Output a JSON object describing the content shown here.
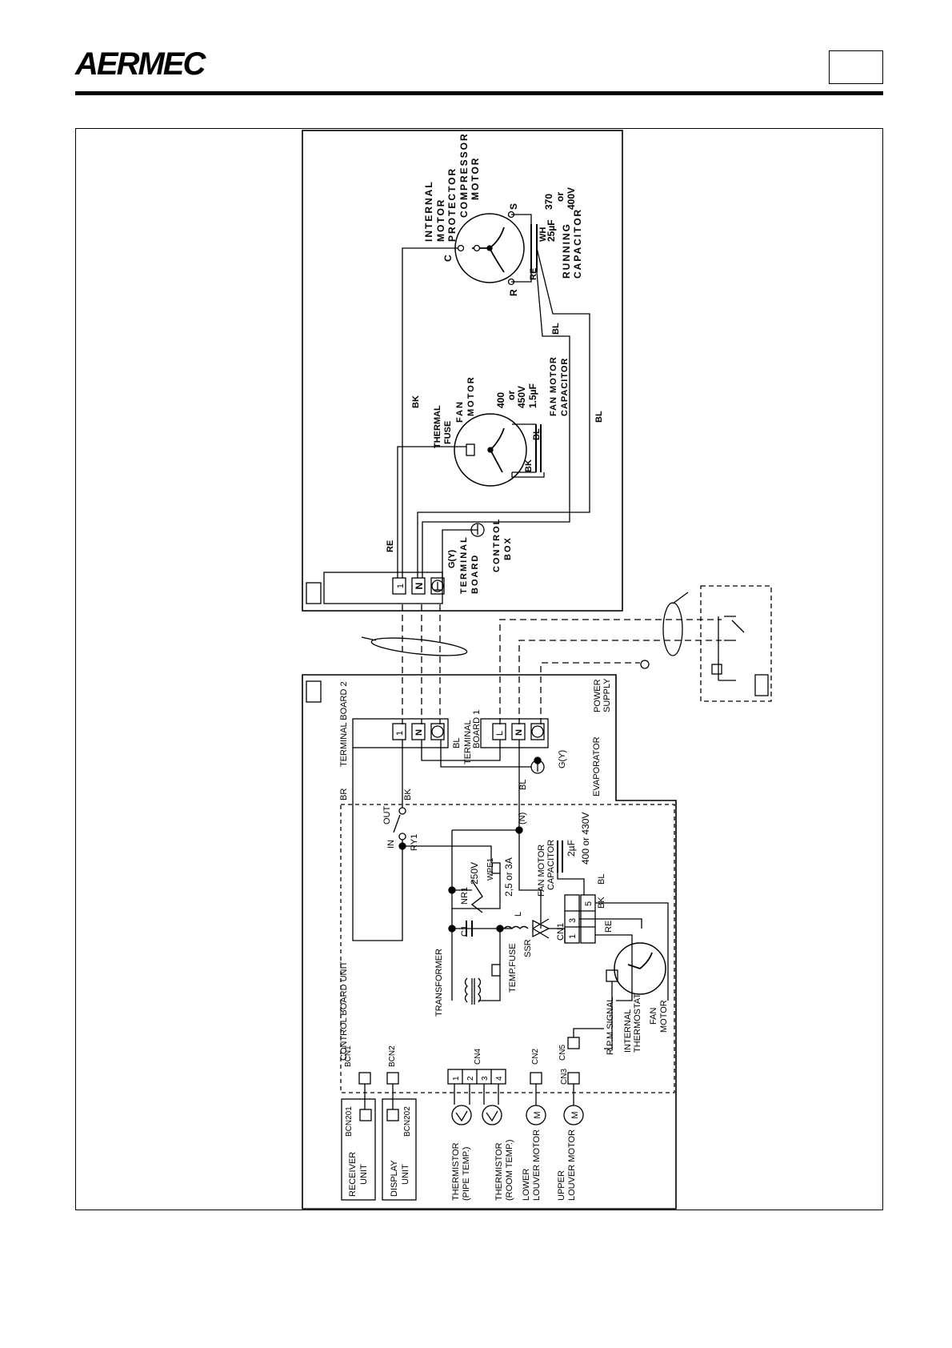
{
  "brand": "AERMEC",
  "outdoor": {
    "compressor": [
      "INTERNAL",
      "MOTOR",
      "PROTECTOR",
      "COMPRESSOR",
      "MOTOR"
    ],
    "pins": {
      "c": "C",
      "s": "S",
      "r": "R"
    },
    "running_capacitor": [
      "370",
      "or",
      "400V",
      "25µF",
      "RUNNING",
      "CAPACITOR"
    ],
    "wires": {
      "wh": "WH",
      "re": "RE",
      "bl": "BL",
      "bk": "BK",
      "bl2": "BL",
      "re2": "RE",
      "g": "G(Y)"
    },
    "fan_motor": [
      "THERMAL",
      "FUSE",
      "FAN",
      "MOTOR"
    ],
    "fan_capacitor": [
      "400",
      "or",
      "450V",
      "1.5µF",
      "FAN MOTOR",
      "CAPACITOR"
    ],
    "fan_wires": {
      "bl": "BL",
      "bk": "BK"
    },
    "terminal_board": [
      "TERMINAL",
      "BOARD"
    ],
    "terminals": [
      "1",
      "N"
    ],
    "control_box": [
      "CONTROL",
      "BOX"
    ]
  },
  "indoor": {
    "terminal_board_2": "TERMINAL  BOARD 2",
    "terminal_board_1": [
      "TERMINAL",
      "BOARD 1"
    ],
    "terminals_2": [
      "1",
      "N"
    ],
    "terminals_1": [
      "L",
      "N"
    ],
    "power_supply": [
      "POWER",
      "SUPPLY"
    ],
    "evaporator": "EVAPORATOR",
    "wires": {
      "br": "BR",
      "bk": "BK",
      "bl": "BL",
      "bl2": "BL",
      "g": "G(Y)",
      "n": "(N)",
      "bk2": "BK",
      "bl3": "BL",
      "re": "RE"
    },
    "relay": {
      "out": "OUT",
      "in": "IN",
      "ry": "RY1"
    },
    "fuse": {
      "volt": "250V",
      "id": "WPE1",
      "rating": "2,5 or 3A"
    },
    "capacitor": {
      "label": [
        "FAN MOTOR",
        "CAPACITOR"
      ],
      "value": "2µF",
      "volt": "400 or 430V"
    },
    "components": {
      "nr1": "NR1",
      "c1": "C1",
      "l": "L",
      "ssr": "SSR",
      "cn1": "CN1",
      "cn1_pins": [
        "1",
        "3",
        "5"
      ],
      "transformer": "TRANSFORMER",
      "temp_fuse": "TEMP.FUSE"
    },
    "control_board": "CONTROL  BOARD  UNIT",
    "connectors": {
      "bcn1": "BCN1",
      "bcn2": "BCN2",
      "cn4": "CN4",
      "cn2": "CN2",
      "cn3": "CN3",
      "cn5": "CN5",
      "bcn201": "BCN201",
      "bcn202": "BCN202",
      "cn4_pins": [
        "1",
        "2",
        "3",
        "4"
      ]
    },
    "units": {
      "receiver": [
        "RECEIVER",
        "UNIT"
      ],
      "display": [
        "DISPLAY",
        "UNIT"
      ]
    },
    "sensors": {
      "pipe": [
        "THERMISTOR",
        "(PIPE TEMP.)"
      ],
      "room": [
        "THERMISTOR",
        "(ROOM TEMP.)"
      ],
      "lower": [
        "LOWER",
        "LOUVER MOTOR"
      ],
      "upper": [
        "UPPER",
        "LOUVER MOTOR"
      ],
      "m": "M"
    },
    "fan": {
      "rpm": "R.P.M  SIGNAL",
      "thermostat": [
        "INTERNAL",
        "THERMOSTAT"
      ],
      "motor": [
        "FAN",
        "MOTOR"
      ]
    }
  }
}
